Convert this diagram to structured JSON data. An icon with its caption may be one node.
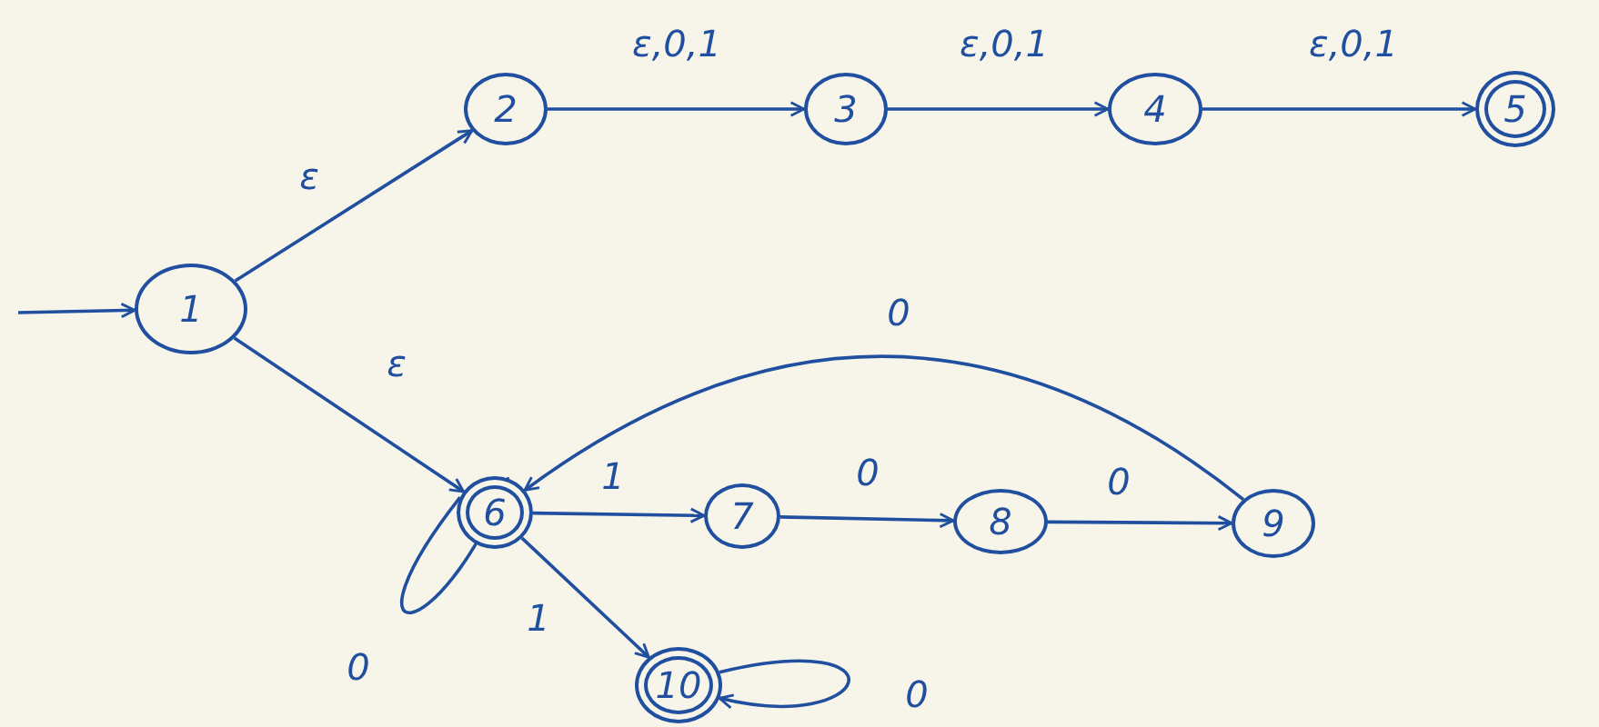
{
  "diagram": {
    "nodes": [
      {
        "text": [
          "1"
        ]
      },
      {
        "text": [
          "2"
        ]
      },
      {
        "text": [
          "3"
        ]
      },
      {
        "text": [
          "4"
        ]
      },
      {
        "text": [
          "5"
        ]
      },
      {
        "text": [
          "6"
        ]
      },
      {
        "text": [
          "7"
        ]
      },
      {
        "text": [
          "8"
        ]
      },
      {
        "text": [
          "9"
        ]
      },
      {
        "text": [
          "10"
        ]
      }
    ],
    "edges": [
      {
        "from": null,
        "to": 0,
        "arrow": "to"
      },
      {
        "from": 0,
        "to": 1,
        "arrow": "to",
        "label": "ε"
      },
      {
        "from": 1,
        "to": 2,
        "arrow": "to",
        "label": "ε,0,1"
      },
      {
        "from": 2,
        "to": 3,
        "arrow": "to",
        "label": "ε,0,1"
      },
      {
        "from": 3,
        "to": 4,
        "arrow": "to",
        "label": "ε,0,1"
      },
      {
        "from": 0,
        "to": 5,
        "arrow": "to",
        "label": "ε"
      },
      {
        "from": 5,
        "to": 6,
        "arrow": "to",
        "label": "1"
      },
      {
        "from": 6,
        "to": 7,
        "arrow": "to",
        "label": "0"
      },
      {
        "from": 7,
        "to": 8,
        "arrow": "to",
        "label": "0"
      },
      {
        "from": 8,
        "to": 5,
        "arrow": "to",
        "label": "0"
      },
      {
        "from": 5,
        "to": 5,
        "arrow": "to",
        "label": "0"
      },
      {
        "from": 5,
        "to": 9,
        "arrow": "to",
        "label": "1"
      },
      {
        "from": 9,
        "to": 9,
        "arrow": "to",
        "label": "0"
      }
    ]
  }
}
